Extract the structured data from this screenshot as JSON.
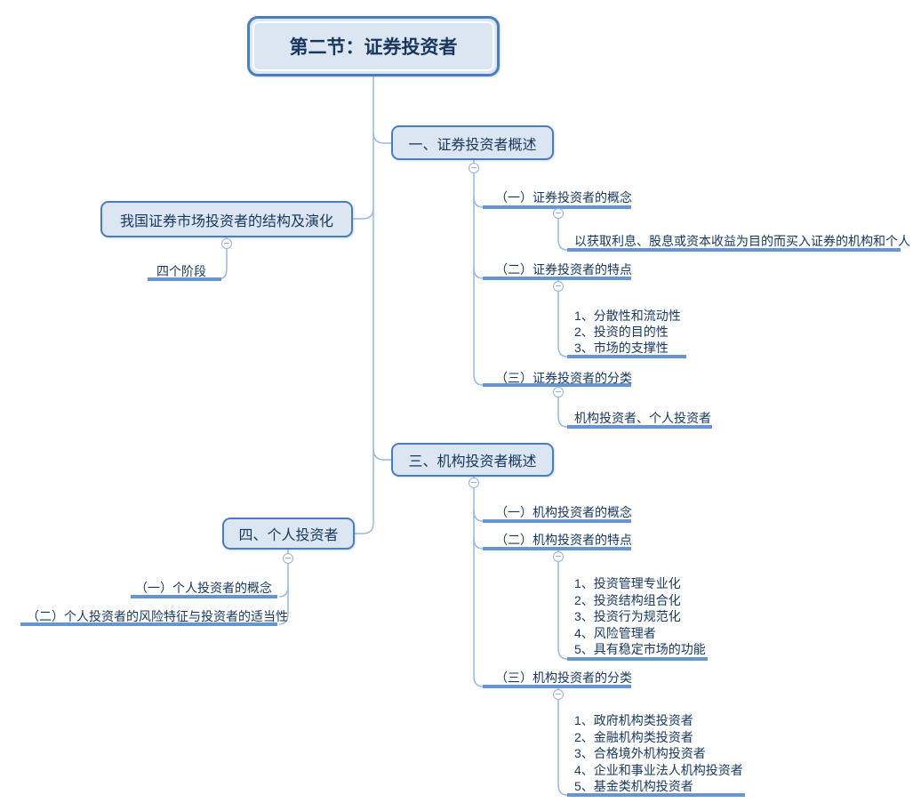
{
  "colors": {
    "node_fill": "#dce6f2",
    "node_border": "#4a7ebb",
    "text": "#17375e",
    "underline": "#6795d2",
    "connector": "#9ab8dc"
  },
  "root": {
    "label": "第二节：证券投资者"
  },
  "branches": {
    "b1": {
      "label": "一、证券投资者概述",
      "children": [
        {
          "label": "（一）证券投资者的概念",
          "note": "以获取利息、股息或资本收益为目的而买入证券的机构和个人"
        },
        {
          "label": "（二）证券投资者的特点",
          "note_lines": [
            "1、分散性和流动性",
            "2、投资的目的性",
            "3、市场的支撑性"
          ]
        },
        {
          "label": "（三）证券投资者的分类",
          "note": "机构投资者、个人投资者"
        }
      ]
    },
    "b2": {
      "label": "我国证券市场投资者的结构及演化",
      "children": [
        {
          "label": "四个阶段"
        }
      ]
    },
    "b3": {
      "label": "三、机构投资者概述",
      "children": [
        {
          "label": "（一）机构投资者的概念"
        },
        {
          "label": "（二）机构投资者的特点",
          "note_lines": [
            "1、投资管理专业化",
            "2、投资结构组合化",
            "3、投资行为规范化",
            "4、风险管理者",
            "5、具有稳定市场的功能"
          ]
        },
        {
          "label": "（三）机构投资者的分类",
          "note_lines": [
            "1、政府机构类投资者",
            "2、金融机构类投资者",
            "3、合格境外机构投资者",
            "4、企业和事业法人机构投资者",
            "5、基金类机构投资者"
          ]
        }
      ]
    },
    "b4": {
      "label": "四、个人投资者",
      "children": [
        {
          "label": "（一）个人投资者的概念"
        },
        {
          "label": "（二）个人投资者的风险特征与投资者的适当性"
        }
      ]
    }
  }
}
